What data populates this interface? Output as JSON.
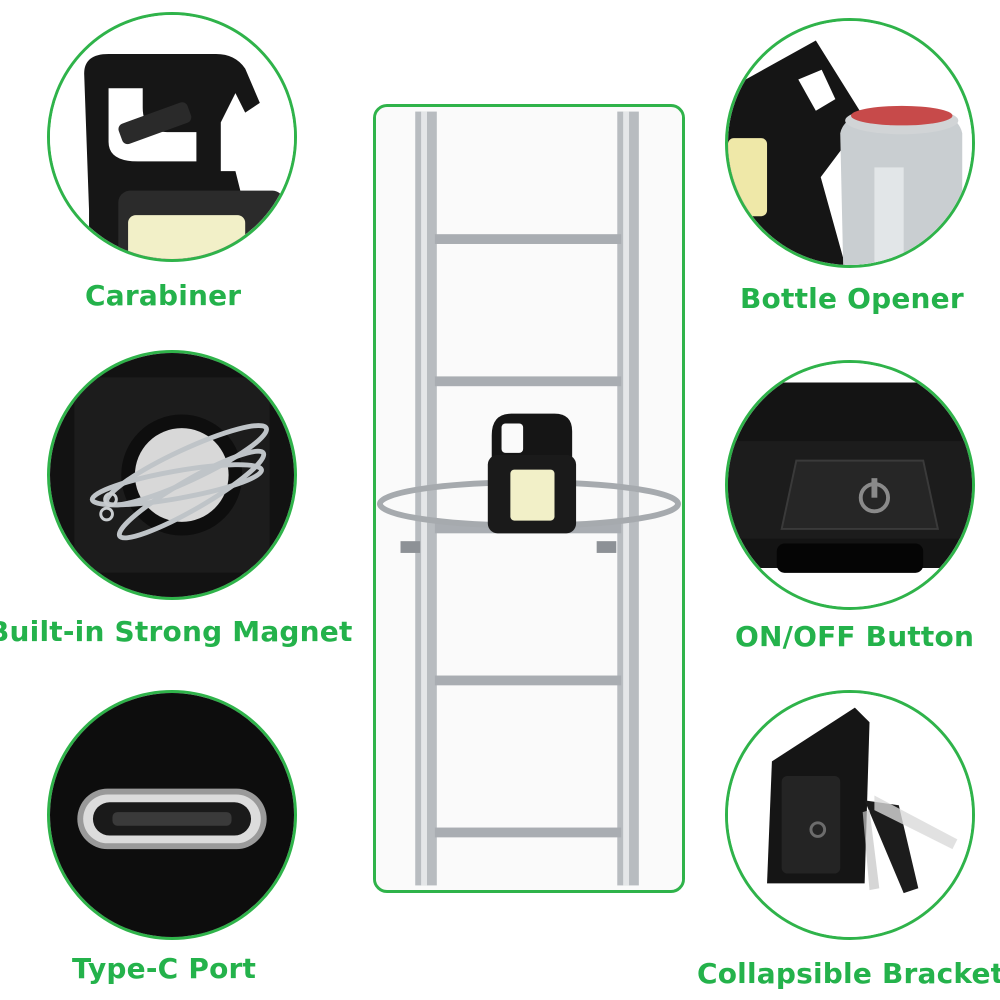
{
  "features": [
    {
      "id": "carabiner",
      "label": "Carabiner",
      "icon": "carabiner-hook-icon"
    },
    {
      "id": "magnet",
      "label": "Built-in Strong Magnet",
      "icon": "magnet-icon"
    },
    {
      "id": "typec",
      "label": "Type-C Port",
      "icon": "usb-c-port-icon"
    },
    {
      "id": "opener",
      "label": "Bottle Opener",
      "icon": "bottle-opener-icon"
    },
    {
      "id": "button",
      "label": "ON/OFF Button",
      "icon": "power-button-icon"
    },
    {
      "id": "bracket",
      "label": "Collapsible Bracket",
      "icon": "folding-bracket-icon"
    }
  ],
  "colors": {
    "accent_green": "#24b24b",
    "device_black": "#141414",
    "cob_light": "#f2f0c8"
  }
}
